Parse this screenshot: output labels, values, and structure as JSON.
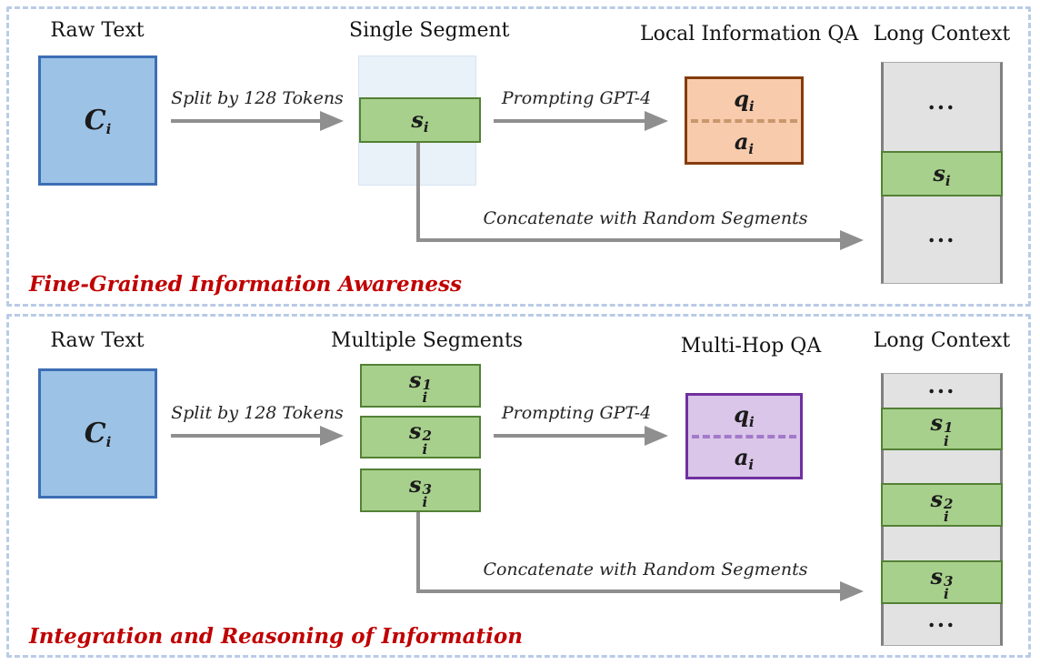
{
  "palette": {
    "panel_border": "#b9cbe8",
    "raw_box_fill": "#9cc3e6",
    "raw_box_border": "#3d6eb5",
    "backdrop_fill": "#e9f1f9",
    "segment_fill": "#a8d08d",
    "segment_border": "#538135",
    "qa_orange_fill": "#f8cbad",
    "qa_orange_border": "#843c0c",
    "qa_orange_divider": "#c9976b",
    "qa_purple_fill": "#d9c6e8",
    "qa_purple_border": "#7030a0",
    "qa_purple_divider": "#a379cc",
    "context_fill": "#e2e2e2",
    "context_side_border": "#808080",
    "arrow_gray": "#8f8f8f",
    "caption_red": "#c00000"
  },
  "top_panel": {
    "caption": "Fine-Grained Information Awareness",
    "raw_text": {
      "title": "Raw Text",
      "math": {
        "base": "C",
        "sub": "i"
      }
    },
    "segment": {
      "title": "Single Segment",
      "math": {
        "base": "s",
        "sub": "i"
      }
    },
    "split_arrow_label": "Split by 128 Tokens",
    "prompt_arrow_label": "Prompting GPT-4",
    "concat_arrow_label": "Concatenate with Random Segments",
    "qa": {
      "title": "Local Information QA",
      "q": {
        "base": "q",
        "sub": "i"
      },
      "a": {
        "base": "a",
        "sub": "i"
      }
    },
    "context": {
      "title": "Long Context",
      "dots_top": "...",
      "segment": {
        "base": "s",
        "sub": "i"
      },
      "dots_bottom": "..."
    }
  },
  "bottom_panel": {
    "caption": "Integration and Reasoning of Information",
    "raw_text": {
      "title": "Raw Text",
      "math": {
        "base": "C",
        "sub": "i"
      }
    },
    "segments_title": "Multiple Segments",
    "segments": [
      {
        "math": {
          "base": "s",
          "sup": "1",
          "sub": "i"
        }
      },
      {
        "math": {
          "base": "s",
          "sup": "2",
          "sub": "i"
        }
      },
      {
        "math": {
          "base": "s",
          "sup": "3",
          "sub": "i"
        }
      }
    ],
    "split_arrow_label": "Split by 128 Tokens",
    "prompt_arrow_label": "Prompting GPT-4",
    "concat_arrow_label": "Concatenate with Random Segments",
    "qa": {
      "title": "Multi-Hop QA",
      "q": {
        "base": "q",
        "sub": "i"
      },
      "a": {
        "base": "a",
        "sub": "i"
      }
    },
    "context": {
      "title": "Long Context",
      "dots_top": "...",
      "s1": {
        "base": "s",
        "sup": "1",
        "sub": "i"
      },
      "s2": {
        "base": "s",
        "sup": "2",
        "sub": "i"
      },
      "s3": {
        "base": "s",
        "sup": "3",
        "sub": "i"
      },
      "dots_bottom": "..."
    }
  }
}
